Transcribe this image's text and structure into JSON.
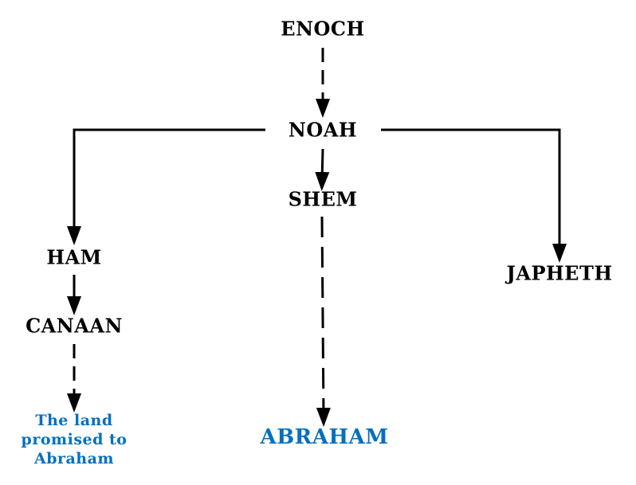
{
  "nodes": {
    "enoch": "ENOCH",
    "noah": "NOAH",
    "shem": "SHEM",
    "ham": "HAM",
    "japheth": "JAPHETH",
    "canaan": "CANAAN",
    "abraham": "ABRAHAM",
    "promised_land": "The land promised to Abraham"
  },
  "colors": {
    "text": "#000000",
    "highlight": "#0070C0",
    "line": "#000000"
  }
}
